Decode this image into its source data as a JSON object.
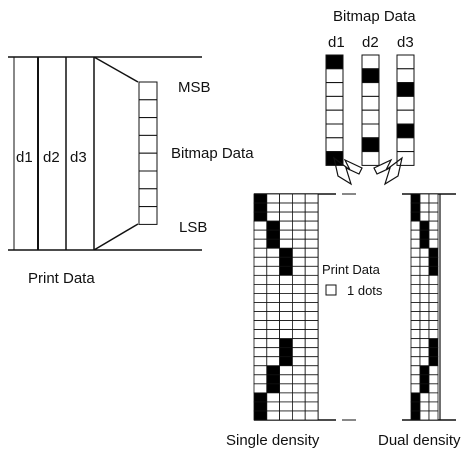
{
  "labels": {
    "print_data": "Print Data",
    "bitmap_data_top": "Bitmap Data",
    "bitmap_data_mid": "Bitmap Data",
    "msb": "MSB",
    "lsb": "LSB",
    "print_data_center": "Print Data",
    "one_dot": "1 dots",
    "single_density": "Single density",
    "dual_density": "Dual density"
  },
  "columns": [
    "d1",
    "d2",
    "d3"
  ],
  "bitmap_columns": [
    {
      "name": "d1",
      "bits": [
        1,
        0,
        0,
        0,
        0,
        0,
        0,
        1
      ]
    },
    {
      "name": "d2",
      "bits": [
        0,
        1,
        0,
        0,
        0,
        0,
        1,
        0
      ]
    },
    {
      "name": "d3",
      "bits": [
        0,
        0,
        1,
        0,
        0,
        1,
        0,
        0
      ]
    }
  ],
  "single_density_grid": {
    "cols": 5,
    "black_cells": [
      [
        0,
        0
      ],
      [
        0,
        1
      ],
      [
        0,
        2
      ],
      [
        1,
        3
      ],
      [
        1,
        4
      ],
      [
        1,
        5
      ],
      [
        2,
        6
      ],
      [
        2,
        7
      ],
      [
        2,
        8
      ],
      [
        2,
        16
      ],
      [
        2,
        17
      ],
      [
        2,
        18
      ],
      [
        1,
        19
      ],
      [
        1,
        20
      ],
      [
        1,
        21
      ],
      [
        0,
        22
      ],
      [
        0,
        23
      ],
      [
        0,
        24
      ]
    ]
  },
  "dual_density_grid": {
    "cols": 3,
    "black_cells": [
      [
        0,
        0
      ],
      [
        0,
        1
      ],
      [
        0,
        2
      ],
      [
        1,
        3
      ],
      [
        1,
        4
      ],
      [
        1,
        5
      ],
      [
        2,
        6
      ],
      [
        2,
        7
      ],
      [
        2,
        8
      ],
      [
        2,
        16
      ],
      [
        2,
        17
      ],
      [
        2,
        18
      ],
      [
        1,
        19
      ],
      [
        1,
        20
      ],
      [
        1,
        21
      ],
      [
        0,
        22
      ],
      [
        0,
        23
      ],
      [
        0,
        24
      ]
    ]
  },
  "colors": {
    "line": "#111111",
    "fill": "#000000",
    "background": "#ffffff"
  }
}
